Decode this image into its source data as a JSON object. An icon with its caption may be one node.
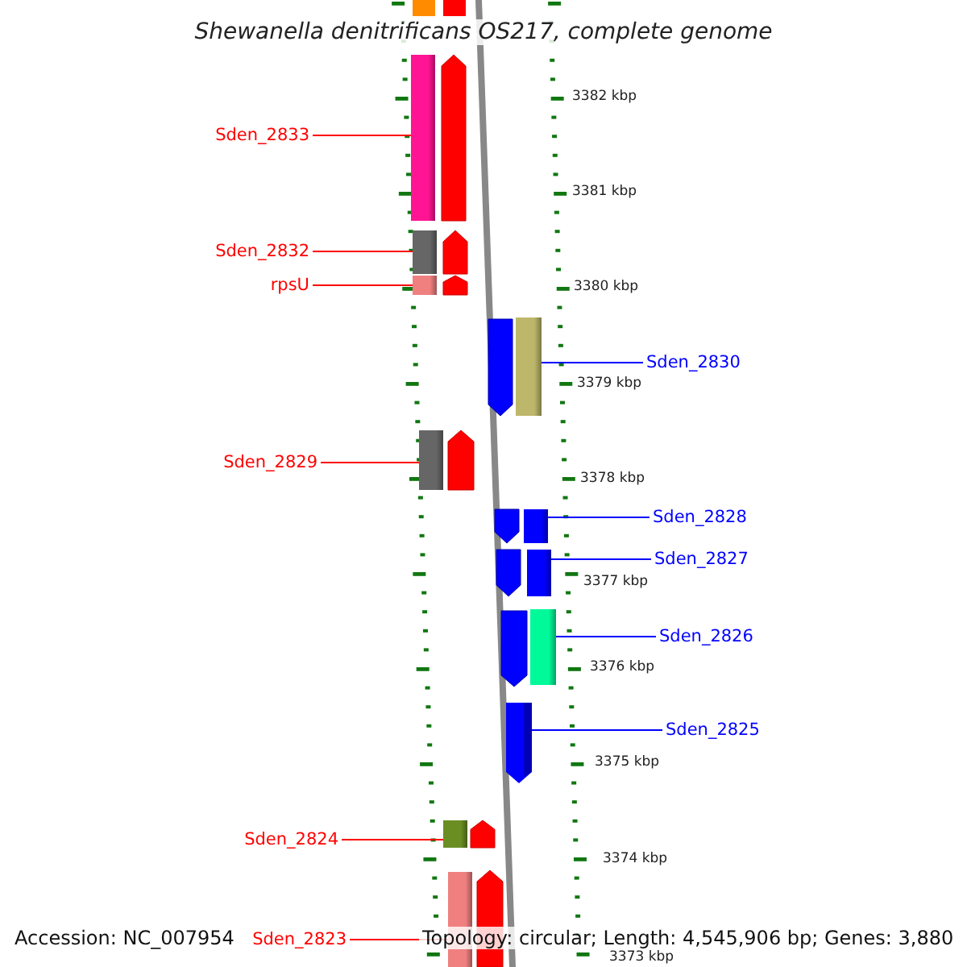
{
  "diagram": {
    "title": "Shewanella denitrificans OS217, complete genome",
    "nodes": [
      {
        "text": [
          "Sden_2833"
        ]
      },
      {
        "text": [],
        "shape": "bar"
      },
      {
        "text": [
          "Sden_2832"
        ]
      },
      {
        "text": [],
        "shape": "bar"
      },
      {
        "text": [
          "rpsU"
        ]
      },
      {
        "text": [],
        "shape": "bar"
      },
      {
        "text": [
          "Sden_2830"
        ]
      },
      {
        "text": [],
        "shape": "bar"
      },
      {
        "text": [
          "Sden_2829"
        ]
      },
      {
        "text": [],
        "shape": "bar"
      },
      {
        "text": [
          "Sden_2828"
        ]
      },
      {
        "text": [],
        "shape": "bar"
      },
      {
        "text": [
          "Sden_2827"
        ]
      },
      {
        "text": [],
        "shape": "bar"
      },
      {
        "text": [
          "Sden_2826"
        ]
      },
      {
        "text": [],
        "shape": "bar"
      },
      {
        "text": [
          "Sden_2825"
        ]
      },
      {
        "text": [],
        "shape": "arrow"
      },
      {
        "text": [
          "Sden_2824"
        ]
      },
      {
        "text": [],
        "shape": "bar"
      },
      {
        "text": [
          "Sden_2823"
        ]
      },
      {
        "text": [],
        "shape": "bar"
      }
    ],
    "edges": [
      {
        "from": 0,
        "to": 1,
        "arrow": "none"
      },
      {
        "from": 2,
        "to": 3,
        "arrow": "none"
      },
      {
        "from": 4,
        "to": 5,
        "arrow": "none"
      },
      {
        "from": 6,
        "to": 7,
        "arrow": "none",
        "color": "#0000ff"
      },
      {
        "from": 8,
        "to": 9,
        "arrow": "none"
      },
      {
        "from": 10,
        "to": 11,
        "arrow": "none",
        "color": "#0000ff"
      },
      {
        "from": 12,
        "to": 13,
        "arrow": "none",
        "color": "#0000ff"
      },
      {
        "from": 14,
        "to": 15,
        "arrow": "none",
        "color": "#0000ff"
      },
      {
        "from": 16,
        "to": 17,
        "arrow": "none",
        "color": "#0000ff"
      },
      {
        "from": 18,
        "to": 19,
        "arrow": "none"
      },
      {
        "from": 20,
        "to": 21,
        "arrow": "none"
      }
    ],
    "labels": [
      "3382 kbp",
      "3381 kbp",
      "3380 kbp",
      "3379 kbp",
      "3378 kbp",
      "3377 kbp",
      "3376 kbp",
      "3375 kbp",
      "3374 kbp",
      "Accession: NC_007954",
      "Topology: circular; Length: 4,545,906 bp; Genes: 3,880",
      "3373 kbp"
    ]
  }
}
